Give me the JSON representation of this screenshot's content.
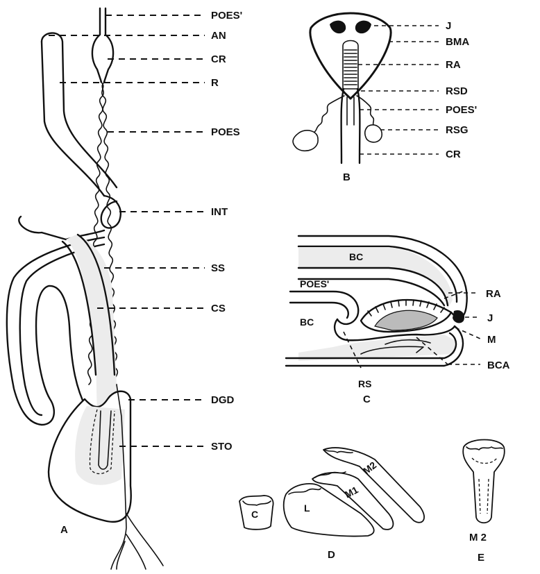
{
  "figure": {
    "panels": {
      "A": {
        "letter": "A",
        "labels": [
          "POES'",
          "AN",
          "CR",
          "R",
          "POES",
          "INT",
          "SS",
          "CS",
          "DGD",
          "STO"
        ]
      },
      "B": {
        "letter": "B",
        "labels": [
          "J",
          "BMA",
          "RA",
          "RSD",
          "POES'",
          "RSG",
          "CR"
        ]
      },
      "C": {
        "letter": "C",
        "right_labels": [
          "RA",
          "J",
          "M",
          "BCA"
        ],
        "inline_labels": [
          "BC",
          "POES'",
          "BC",
          "RS"
        ]
      },
      "D": {
        "letter": "D",
        "inline_labels": [
          "C",
          "L",
          "M1",
          "M2"
        ]
      },
      "E": {
        "letter": "E",
        "caption": "M 2"
      }
    }
  }
}
